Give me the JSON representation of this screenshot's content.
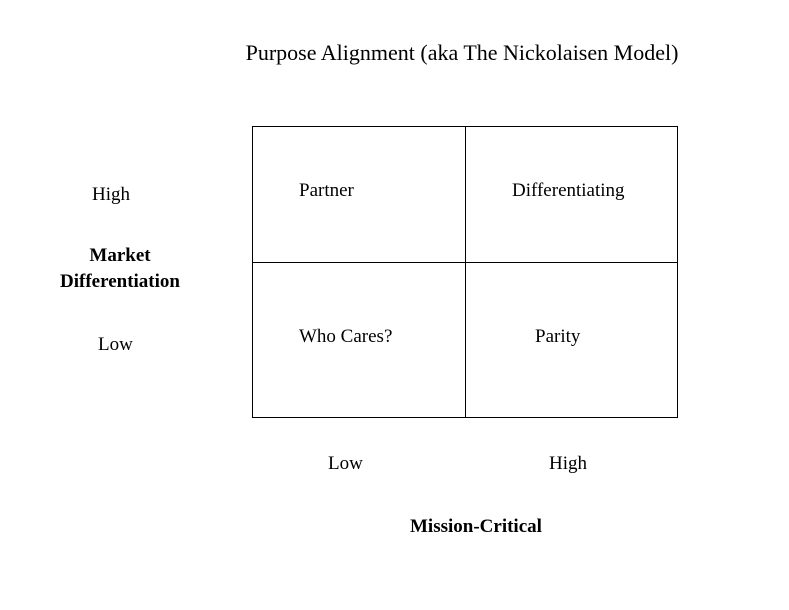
{
  "title": "Purpose Alignment (aka The Nickolaisen Model)",
  "y_axis": {
    "label_line1": "Market",
    "label_line2": "Differentiation",
    "high": "High",
    "low": "Low"
  },
  "x_axis": {
    "label": "Mission-Critical",
    "low": "Low",
    "high": "High"
  },
  "quadrants": {
    "top_left": "Partner",
    "top_right": "Differentiating",
    "bottom_left": "Who Cares?",
    "bottom_right": "Parity"
  }
}
